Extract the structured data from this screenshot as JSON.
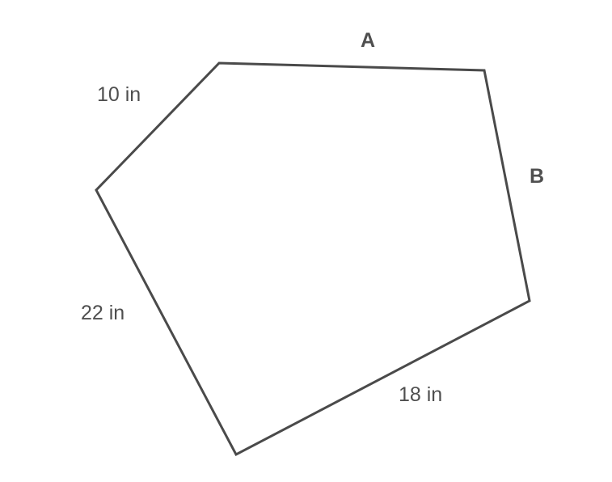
{
  "diagram": {
    "type": "pentagon",
    "side_labels": {
      "top": "A",
      "right": "B",
      "upper_left": "10 in",
      "lower_left": "22 in",
      "bottom_right": "18 in"
    },
    "colors": {
      "stroke": "#4a4a4a",
      "text": "#4f4f4f",
      "background": "#ffffff"
    }
  }
}
